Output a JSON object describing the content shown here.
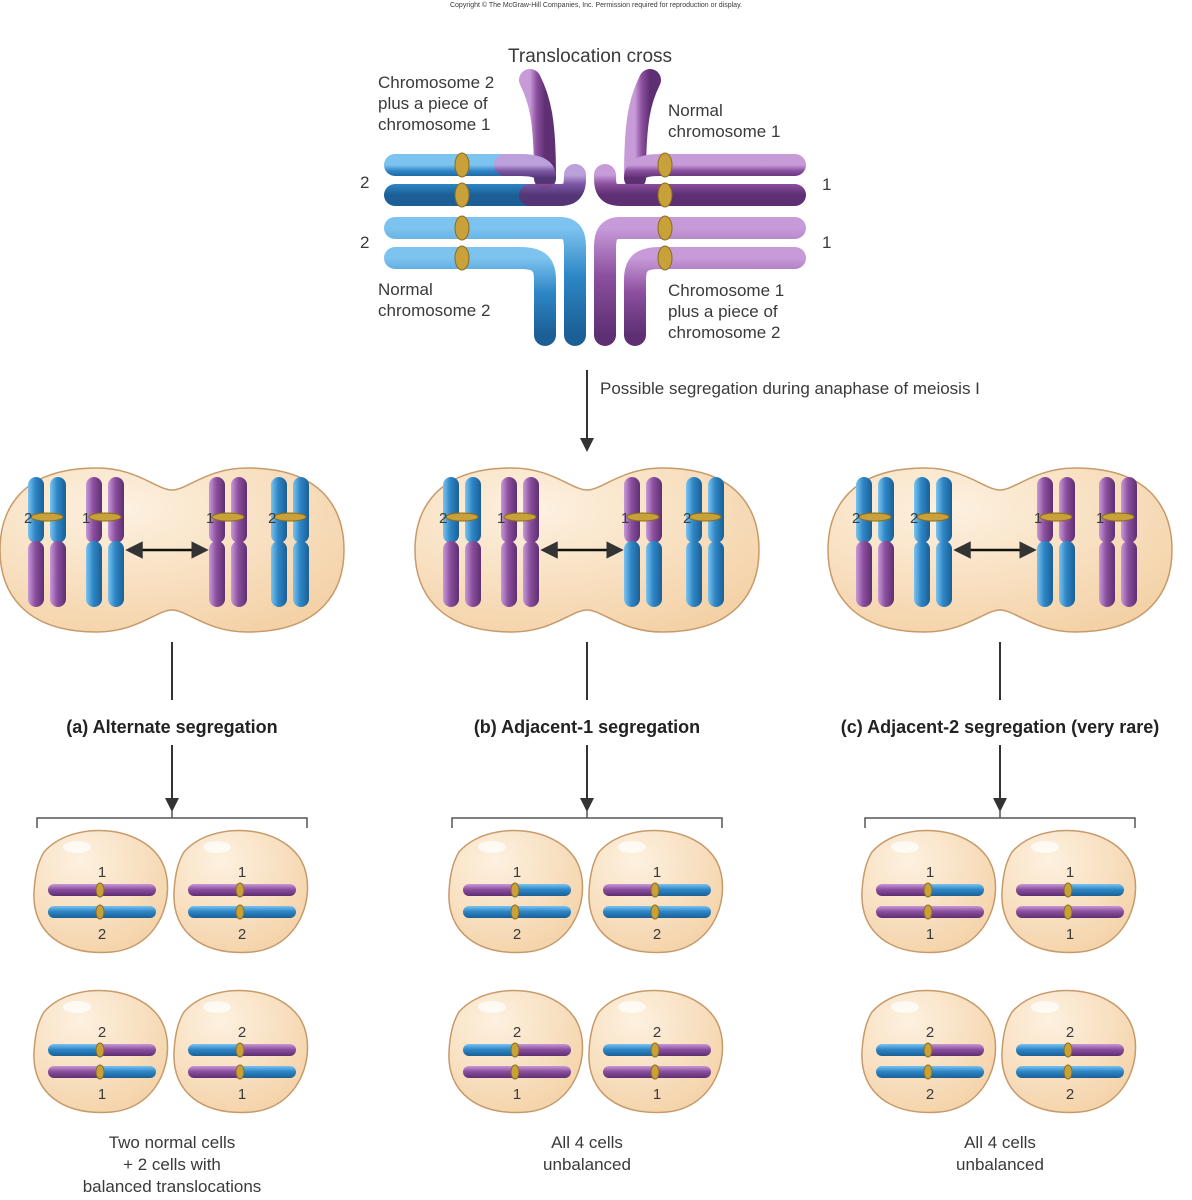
{
  "copyright": "Copyright © The McGraw-Hill Companies, Inc. Permission required for reproduction or display.",
  "top": {
    "title": "Translocation cross",
    "label_tl": [
      "Chromosome 2",
      "plus a piece of",
      "chromosome 1"
    ],
    "label_tr": [
      "Normal",
      "chromosome 1"
    ],
    "label_bl": [
      "Normal",
      "chromosome 2"
    ],
    "label_br": [
      "Chromosome 1",
      "plus a piece of",
      "chromosome 2"
    ],
    "num_2": "2",
    "num_1": "1"
  },
  "arrow_caption": "Possible segregation during anaphase of meiosis I",
  "panels": [
    {
      "id": "a",
      "title": "(a) Alternate segregation",
      "cell_labels": [
        "2",
        "1",
        "1",
        "2"
      ],
      "bottom_top_nums": [
        "1",
        "1"
      ],
      "bottom_mid_nums": [
        "2",
        "2"
      ],
      "bottom_bot_top_nums": [
        "2",
        "2"
      ],
      "bottom_bot_nums": [
        "1",
        "1"
      ],
      "footer": [
        "Two normal cells",
        "+ 2 cells with",
        "balanced translocations"
      ]
    },
    {
      "id": "b",
      "title": "(b) Adjacent-1 segregation",
      "cell_labels": [
        "2",
        "1",
        "1",
        "2"
      ],
      "bottom_top_nums": [
        "1",
        "1"
      ],
      "bottom_mid_nums": [
        "2",
        "2"
      ],
      "bottom_bot_top_nums": [
        "2",
        "2"
      ],
      "bottom_bot_nums": [
        "1",
        "1"
      ],
      "footer": [
        "All 4 cells",
        "unbalanced"
      ]
    },
    {
      "id": "c",
      "title": "(c) Adjacent-2 segregation (very rare)",
      "cell_labels": [
        "2",
        "2",
        "1",
        "1"
      ],
      "bottom_top_nums": [
        "1",
        "1"
      ],
      "bottom_mid_nums": [
        "1",
        "1"
      ],
      "bottom_bot_top_nums": [
        "2",
        "2"
      ],
      "bottom_bot_nums": [
        "2",
        "2"
      ],
      "footer": [
        "All 4 cells",
        "unbalanced"
      ]
    }
  ],
  "colors": {
    "blue": "#2e86c6",
    "purple": "#8b4f9e",
    "centromere": "#c9a13b",
    "cell_fill": "#f7dcb8",
    "cell_stroke": "#c79a6a",
    "line": "#333333"
  }
}
